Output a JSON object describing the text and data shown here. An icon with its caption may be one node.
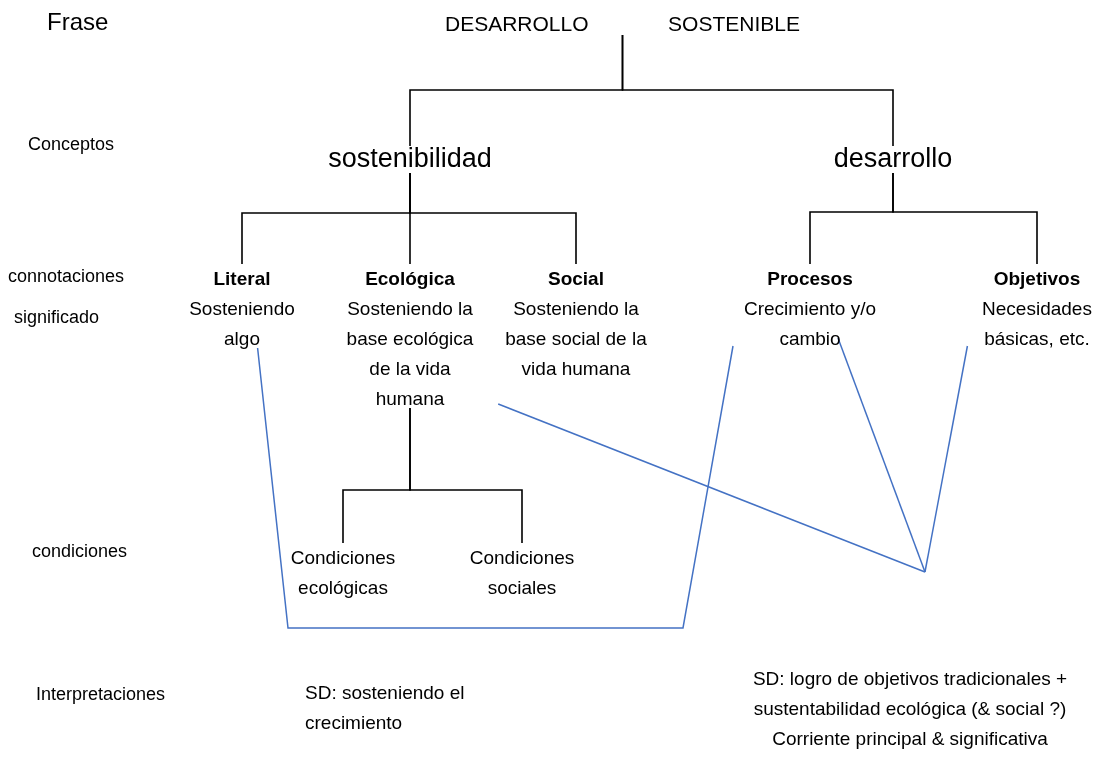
{
  "diagram": {
    "nodes": [
      {
        "text": [
          "DESARROLLO",
          "SOSTENIBLE"
        ]
      },
      {
        "text": [
          "sostenibilidad"
        ]
      },
      {
        "text": [
          "desarrollo"
        ]
      },
      {
        "text": [
          "Literal",
          "Sosteniendo algo"
        ]
      },
      {
        "text": [
          "Ecológica",
          "Sosteniendo la base ecológica de la vida humana"
        ]
      },
      {
        "text": [
          "Social",
          "Sosteniendo la base social de la vida humana"
        ]
      },
      {
        "text": [
          "Procesos",
          "Crecimiento y/o  cambio"
        ]
      },
      {
        "text": [
          "Objetivos",
          "Necesidades básicas, etc."
        ]
      },
      {
        "text": [
          "Condiciones ecológicas"
        ]
      },
      {
        "text": [
          "Condiciones sociales"
        ]
      },
      {
        "text": [
          "SD: sosteniendo el crecimiento"
        ]
      },
      {
        "text": [
          "SD: logro de objetivos tradicionales + sustentabilidad ecológica (& social ?)",
          "Corriente principal & significativa"
        ]
      }
    ],
    "edges": [
      {
        "from": 0,
        "to": 1,
        "arrow": "none"
      },
      {
        "from": 0,
        "to": 2,
        "arrow": "none"
      },
      {
        "from": 1,
        "to": 3,
        "arrow": "none"
      },
      {
        "from": 1,
        "to": 4,
        "arrow": "none"
      },
      {
        "from": 1,
        "to": 5,
        "arrow": "none"
      },
      {
        "from": 2,
        "to": 6,
        "arrow": "none"
      },
      {
        "from": 2,
        "to": 7,
        "arrow": "none"
      },
      {
        "from": 4,
        "to": 8,
        "arrow": "none"
      },
      {
        "from": 4,
        "to": 9,
        "arrow": "none"
      },
      {
        "from": 3,
        "to": 6,
        "arrow": "none",
        "color": "#4472c4"
      },
      {
        "from": 4,
        "to": null,
        "arrow": "none",
        "color": "#4472c4"
      },
      {
        "from": 6,
        "to": null,
        "arrow": "none",
        "color": "#4472c4"
      },
      {
        "from": 7,
        "to": null,
        "arrow": "none",
        "color": "#4472c4"
      }
    ],
    "labels": [
      "Frase",
      "Conceptos",
      "connotaciones",
      "significado",
      "condiciones",
      "Interpretaciones"
    ]
  }
}
